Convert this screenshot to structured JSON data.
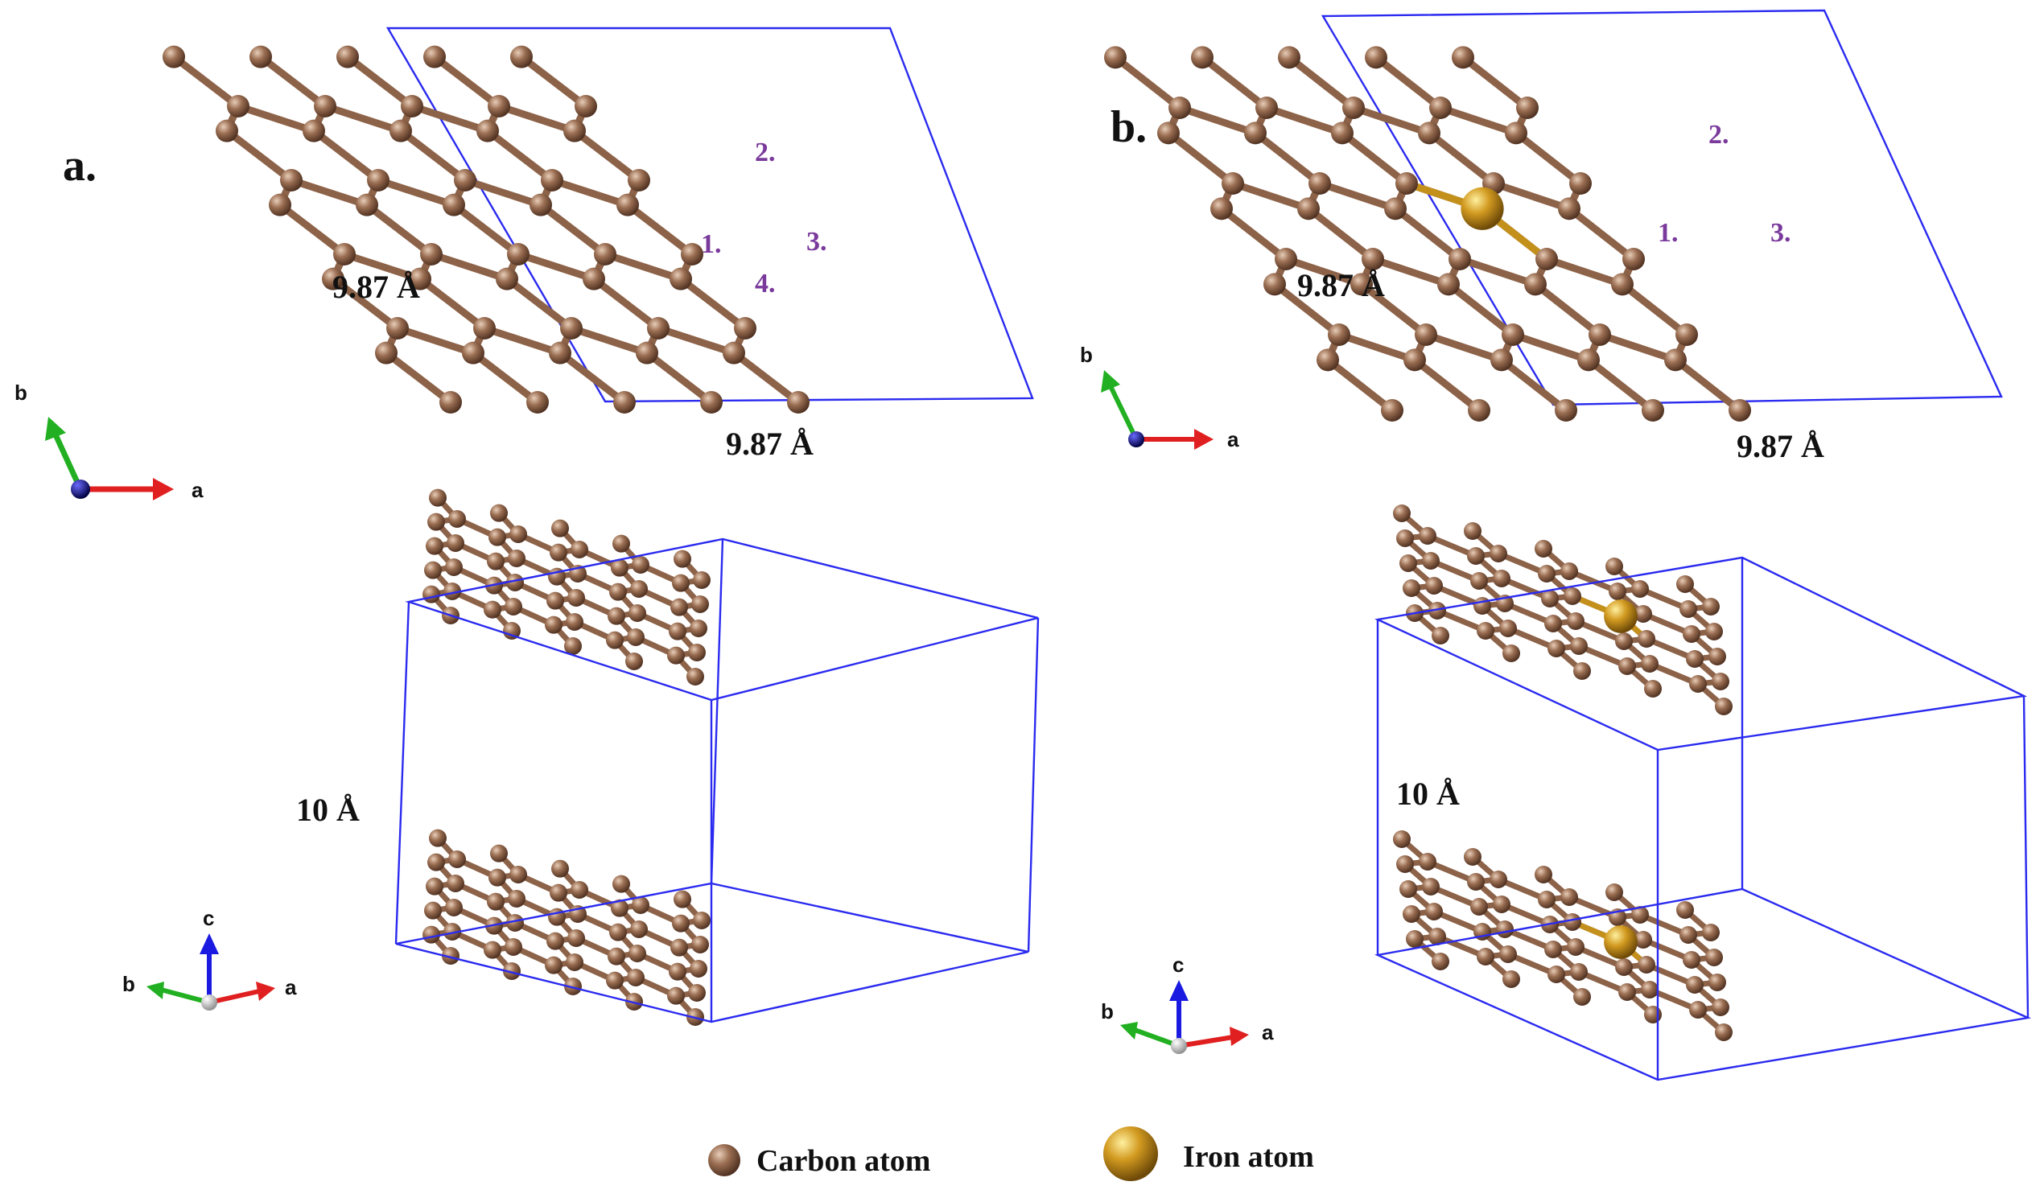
{
  "panels": {
    "a": {
      "label": "a.",
      "top_view": {
        "dim_b": "9.87 Å",
        "dim_a": "9.87 Å",
        "sites": [
          "1.",
          "2.",
          "3.",
          "4."
        ]
      },
      "side_view": {
        "dim_c": "10 Å"
      }
    },
    "b": {
      "label": "b.",
      "top_view": {
        "dim_b": "9.87 Å",
        "dim_a": "9.87 Å",
        "sites": [
          "1.",
          "2.",
          "3."
        ]
      },
      "side_view": {
        "dim_c": "10 Å"
      }
    }
  },
  "axes": {
    "a": "a",
    "b": "b",
    "c": "c"
  },
  "legend": {
    "carbon": {
      "label": "Carbon atom",
      "icon": "carbon-atom-icon",
      "color": "#8c6248"
    },
    "iron": {
      "label": "Iron atom",
      "icon": "iron-atom-icon",
      "color": "#c4901c"
    }
  },
  "colors": {
    "cell": "#2a2af0",
    "carbon": "#8c6248",
    "iron": "#c4901c",
    "axis_a": "#e02020",
    "axis_b": "#22b022",
    "axis_c": "#1a1ae0"
  }
}
